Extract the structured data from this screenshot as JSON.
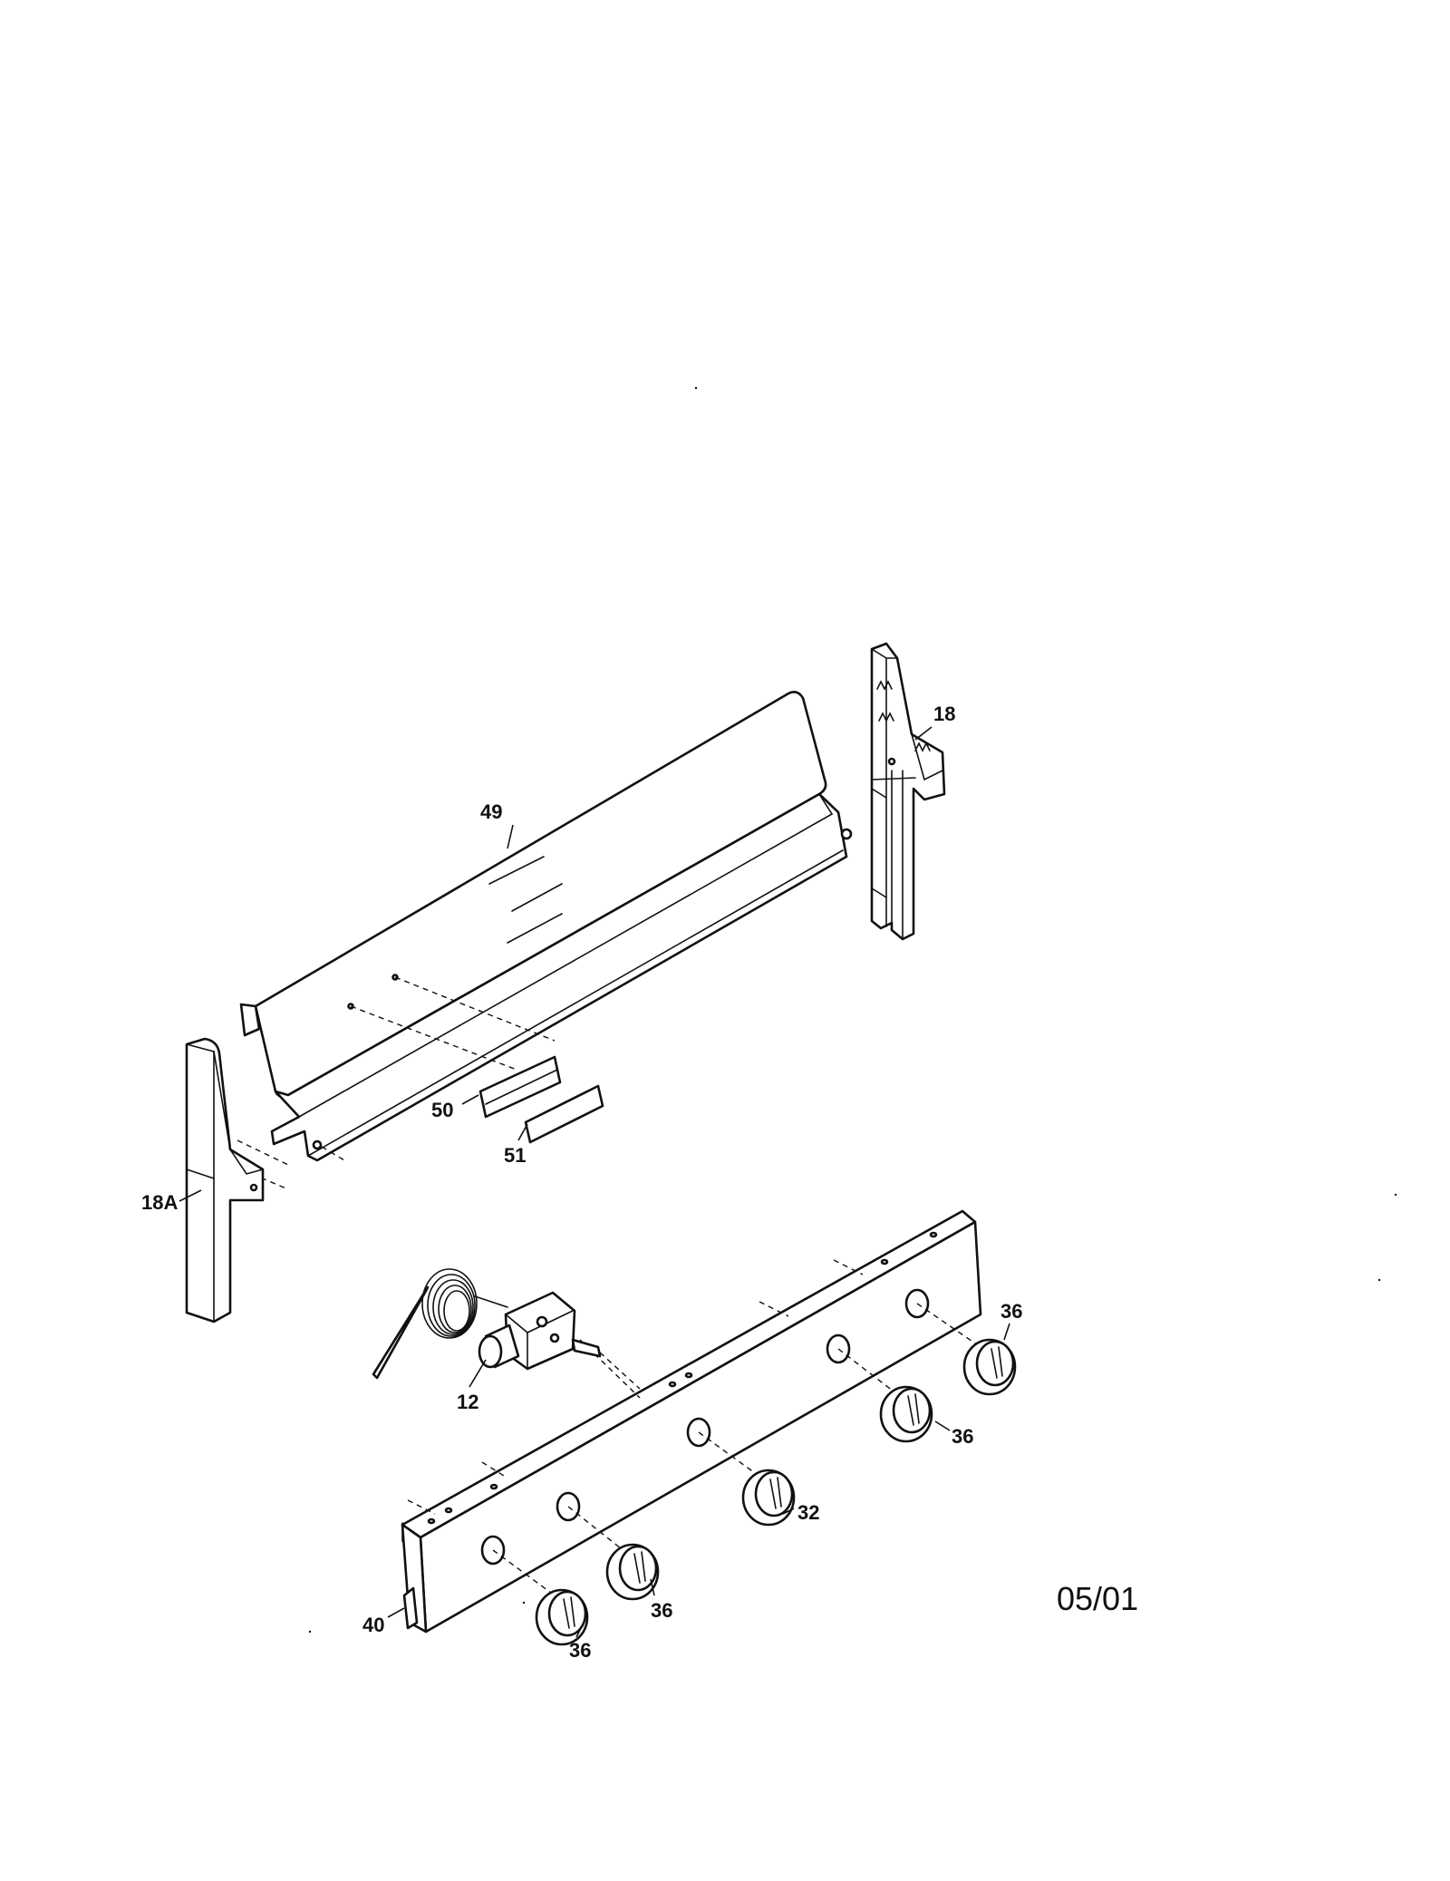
{
  "diagram": {
    "callouts": {
      "c49": "49",
      "c18": "18",
      "c18a": "18A",
      "c50": "50",
      "c51": "51",
      "c12": "12",
      "c40": "40",
      "c32": "32",
      "c36a": "36",
      "c36b": "36",
      "c36c": "36",
      "c36d": "36"
    },
    "date_code": "05/01"
  }
}
